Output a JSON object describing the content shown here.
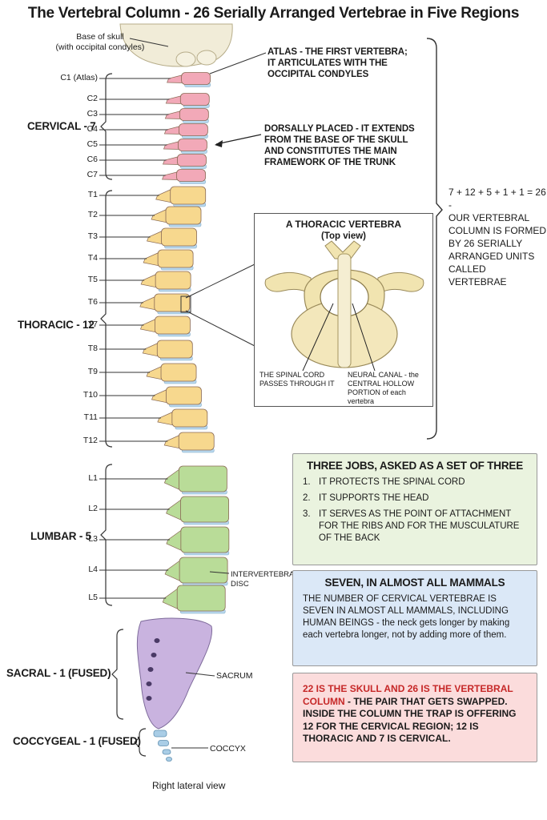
{
  "title": "The Vertebral Column - 26 Serially Arranged Vertebrae in Five Regions",
  "labels": {
    "skull": [
      "Base of skull",
      "(with occipital condyles)"
    ],
    "atlas_note": [
      "ATLAS - THE FIRST VERTEBRA;",
      "IT ARTICULATES WITH THE",
      "OCCIPITAL CONDYLES"
    ],
    "dorsal_note": [
      "DORSALLY PLACED - IT EXTENDS",
      "FROM THE BASE OF THE SKULL",
      "AND CONSTITUTES THE MAIN",
      "FRAMEWORK OF THE TRUNK"
    ],
    "sum_note": [
      "7 + 12 + 5 + 1 + 1 = 26 -",
      "OUR VERTEBRAL",
      "COLUMN IS FORMED",
      "BY 26 SERIALLY",
      "ARRANGED UNITS",
      "CALLED VERTEBRAE"
    ],
    "disc": [
      "INTERVERTEBRAL",
      "DISC"
    ],
    "sacrum": "SACRUM",
    "coccyx": "COCCYX",
    "view": "Right lateral view"
  },
  "regions": {
    "cervical": "CERVICAL - 7",
    "thoracic": "THORACIC - 12",
    "lumbar": "LUMBAR - 5",
    "sacral": "SACRAL - 1 (FUSED)",
    "coccygeal": "COCCYGEAL - 1 (FUSED)"
  },
  "vertebrae": {
    "cervical": [
      "C1 (Atlas)",
      "C2",
      "C3",
      "C4",
      "C5",
      "C6",
      "C7"
    ],
    "thoracic": [
      "T1",
      "T2",
      "T3",
      "T4",
      "T5",
      "T6",
      "T7",
      "T8",
      "T9",
      "T10",
      "T11",
      "T12"
    ],
    "lumbar": [
      "L1",
      "L2",
      "L3",
      "L4",
      "L5"
    ]
  },
  "inset": {
    "title": "A THORACIC VERTEBRA",
    "subtitle": "(Top view)",
    "cord_label": [
      "THE SPINAL CORD",
      "PASSES THROUGH IT"
    ],
    "canal_label": [
      "NEURAL CANAL - the",
      "CENTRAL HOLLOW",
      "PORTION of each vertebra"
    ]
  },
  "boxes": {
    "jobs": {
      "title": "THREE JOBS,  ASKED AS A SET OF THREE",
      "items": [
        {
          "n": "1.",
          "text": "IT PROTECTS THE SPINAL CORD"
        },
        {
          "n": "2.",
          "text": "IT SUPPORTS THE HEAD"
        },
        {
          "n": "3.",
          "text": "IT SERVES AS THE POINT OF ATTACHMENT FOR THE RIBS AND FOR THE MUSCULATURE OF THE BACK"
        }
      ]
    },
    "seven": {
      "title": "SEVEN, IN ALMOST ALL MAMMALS",
      "text": "THE NUMBER OF CERVICAL VERTEBRAE IS SEVEN IN ALMOST ALL MAMMALS, INCLUDING HUMAN BEINGS - the neck gets longer by making each vertebra longer, not by adding more of them."
    },
    "swap": {
      "red_text": "22 IS THE SKULL AND 26 IS THE VERTEBRAL COLUMN",
      "text": " - THE PAIR THAT GETS SWAPPED. INSIDE THE COLUMN THE TRAP IS OFFERING 12 FOR THE CERVICAL REGION; 12 IS THORACIC AND 7 IS CERVICAL."
    }
  },
  "colors": {
    "cervical": "#f2a9b8",
    "thoracic": "#f7d88e",
    "lumbar": "#b9dc98",
    "sacral": "#c9b3df",
    "coccygeal": "#a9cde6",
    "disc": "#b8d8ee",
    "skull": "#f1ecd8"
  }
}
